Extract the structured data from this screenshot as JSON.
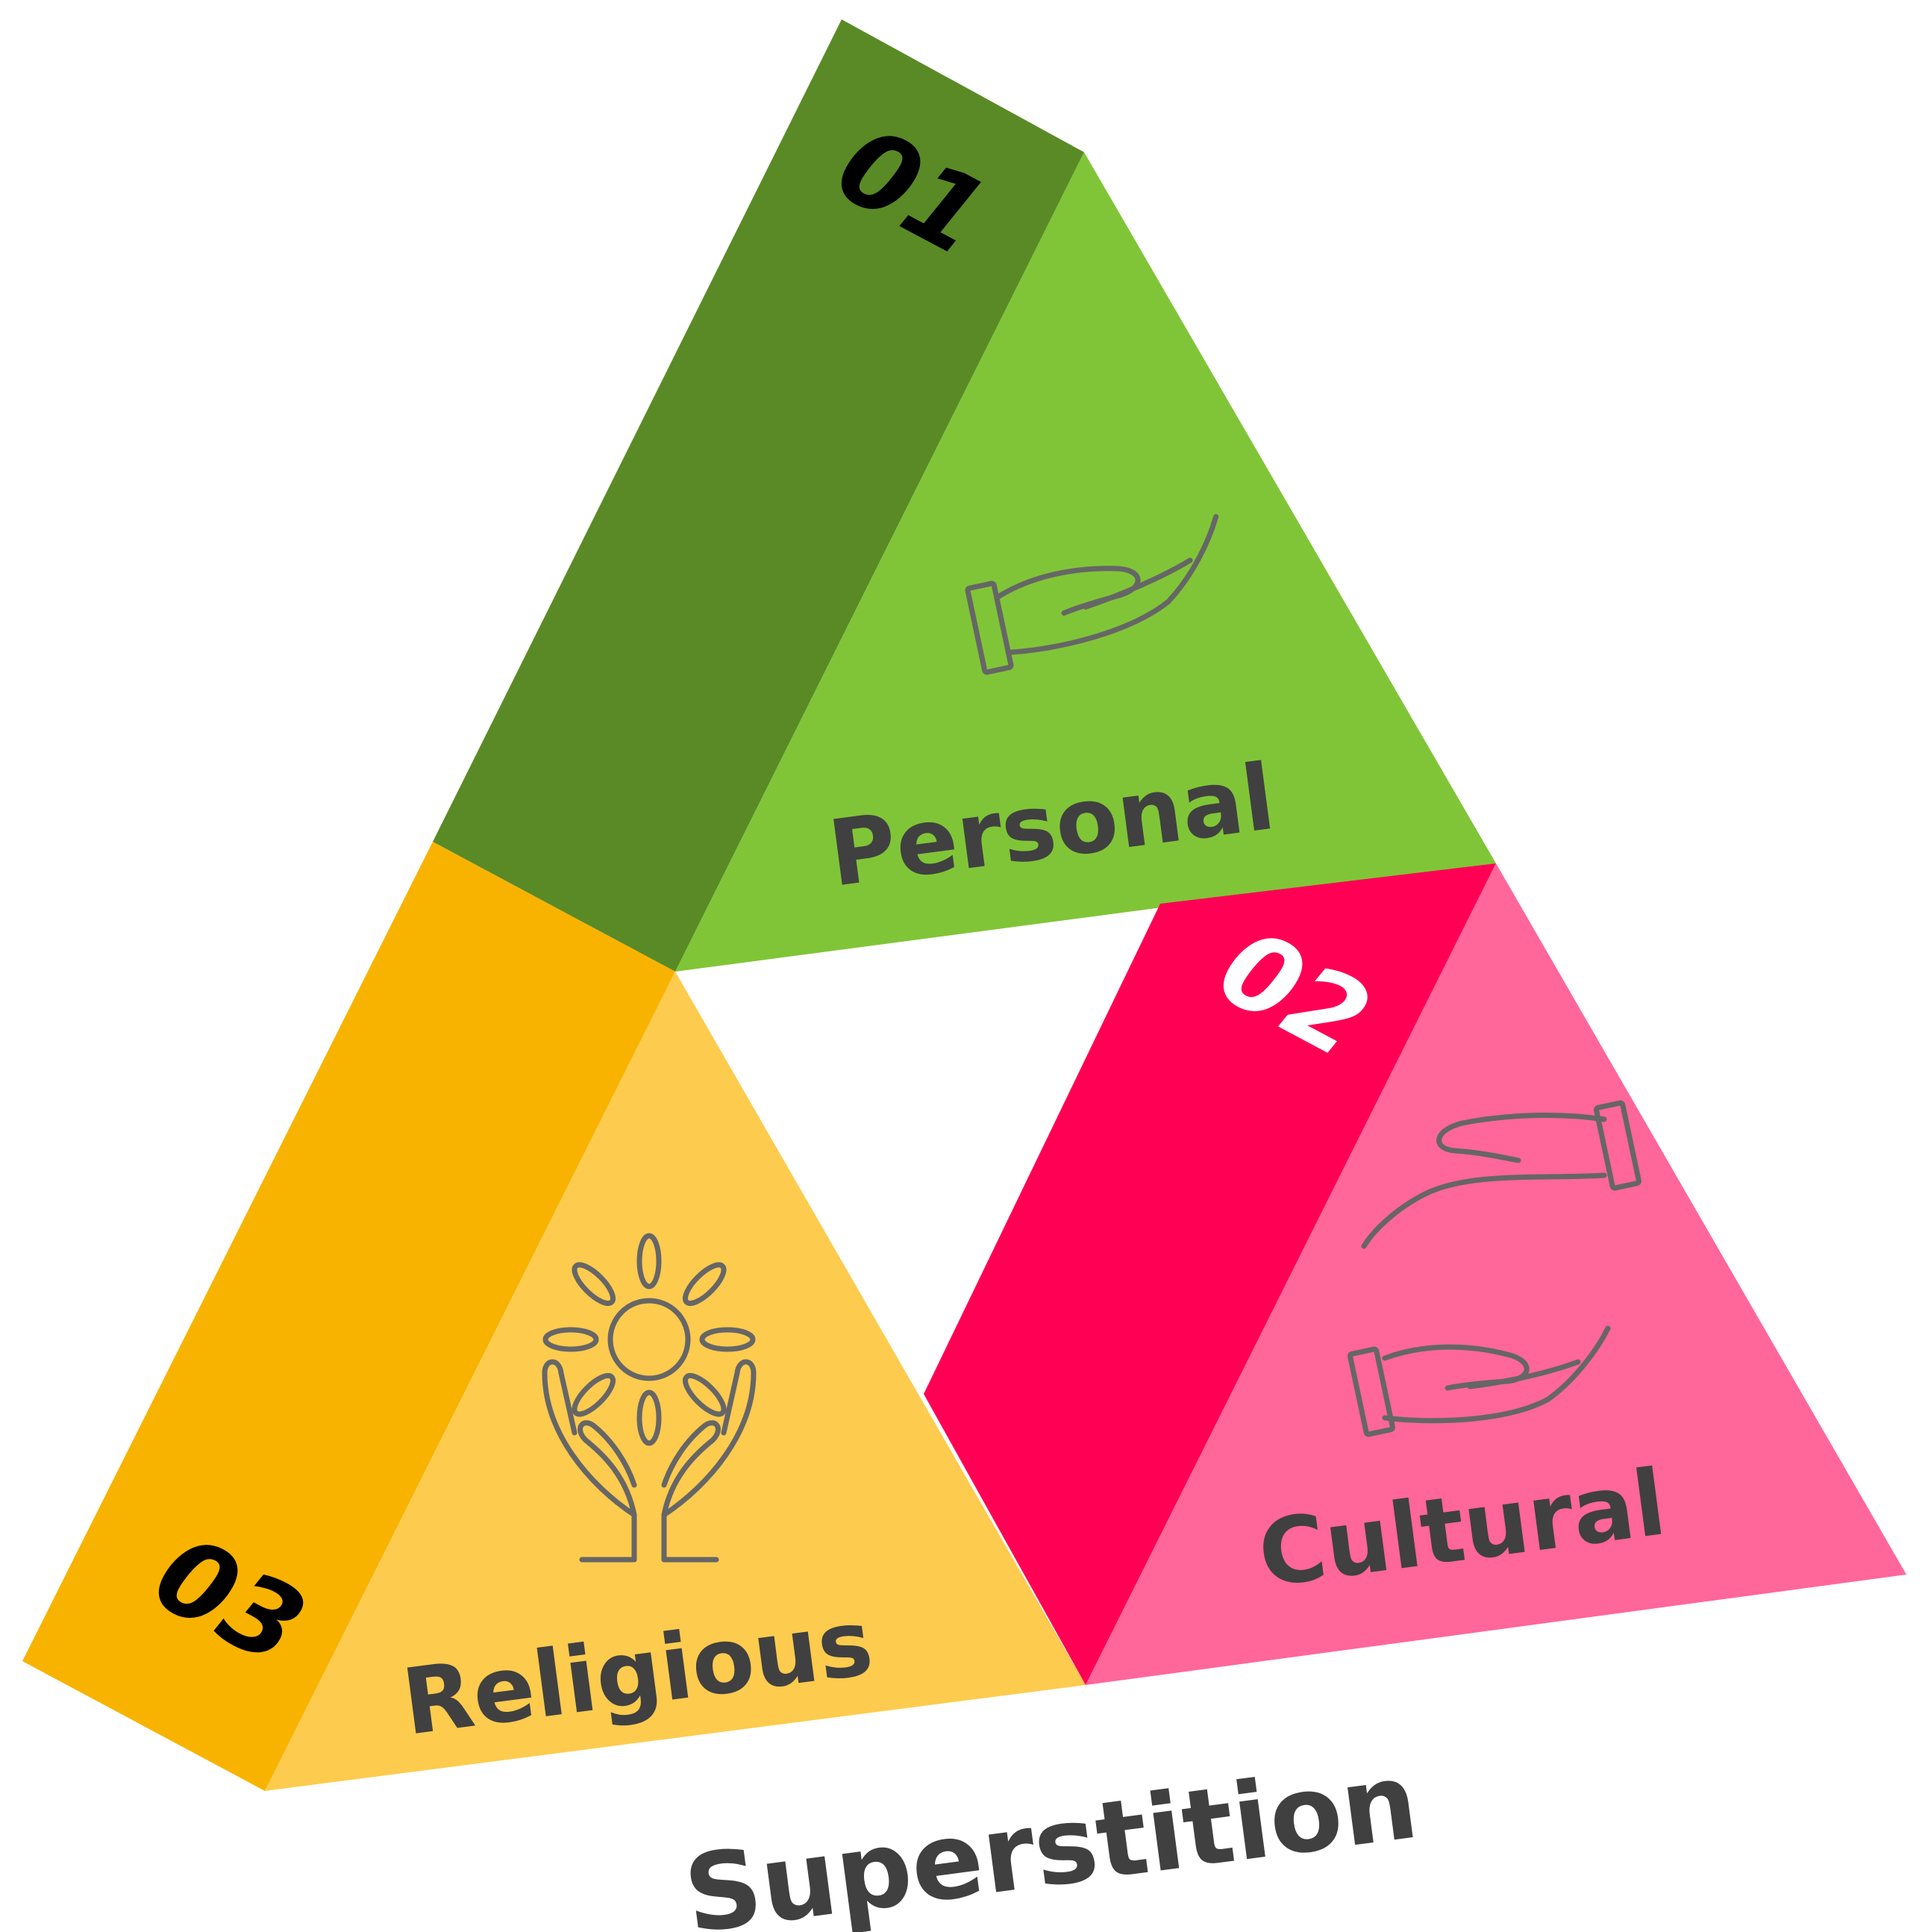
{
  "title": "Superstition",
  "segments": [
    {
      "number": "01",
      "label": "Personal",
      "icon": "hand-icon",
      "colors": {
        "face": "#80C537",
        "side": "#5A8A26",
        "number": "#000000"
      }
    },
    {
      "number": "02",
      "label": "Cultural",
      "icon": "two-hands-icon",
      "colors": {
        "face": "#FF6699",
        "side": "#FF0055",
        "number": "#FFFFFF"
      }
    },
    {
      "number": "03",
      "label": "Religious",
      "icon": "hands-sun-icon",
      "colors": {
        "face": "#FDCB4E",
        "side": "#F8B300",
        "number": "#000000"
      }
    }
  ]
}
